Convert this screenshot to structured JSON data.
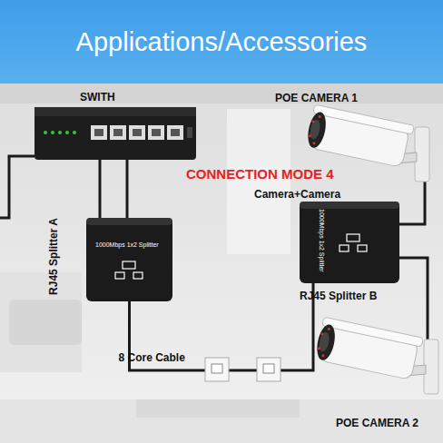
{
  "diagram": {
    "title": "Applications/Accessories",
    "nodes": [
      {
        "text": [
          "SWITH"
        ]
      },
      {
        "text": [
          "RJ45 Splitter A",
          "1000Mbps 1x2 Splitter"
        ]
      },
      {
        "text": [
          "POE CAMERA 1"
        ]
      },
      {
        "text": [
          "RJ45 Splitter B",
          "1000Mbps 1x2 Splitter"
        ]
      },
      {
        "text": [
          "POE CAMERA 2"
        ]
      }
    ],
    "edges": [
      {
        "from": 0,
        "to": 1,
        "arrow": "none"
      },
      {
        "from": 0,
        "to": 1,
        "arrow": "none"
      },
      {
        "from": 1,
        "to": 3,
        "label": "8 Core Cable",
        "arrow": "none"
      },
      {
        "from": 3,
        "to": 2,
        "arrow": "none"
      },
      {
        "from": 3,
        "to": 4,
        "arrow": "none"
      }
    ],
    "labels": [
      "CONNECTION MODE 4",
      "Camera+Camera"
    ]
  }
}
